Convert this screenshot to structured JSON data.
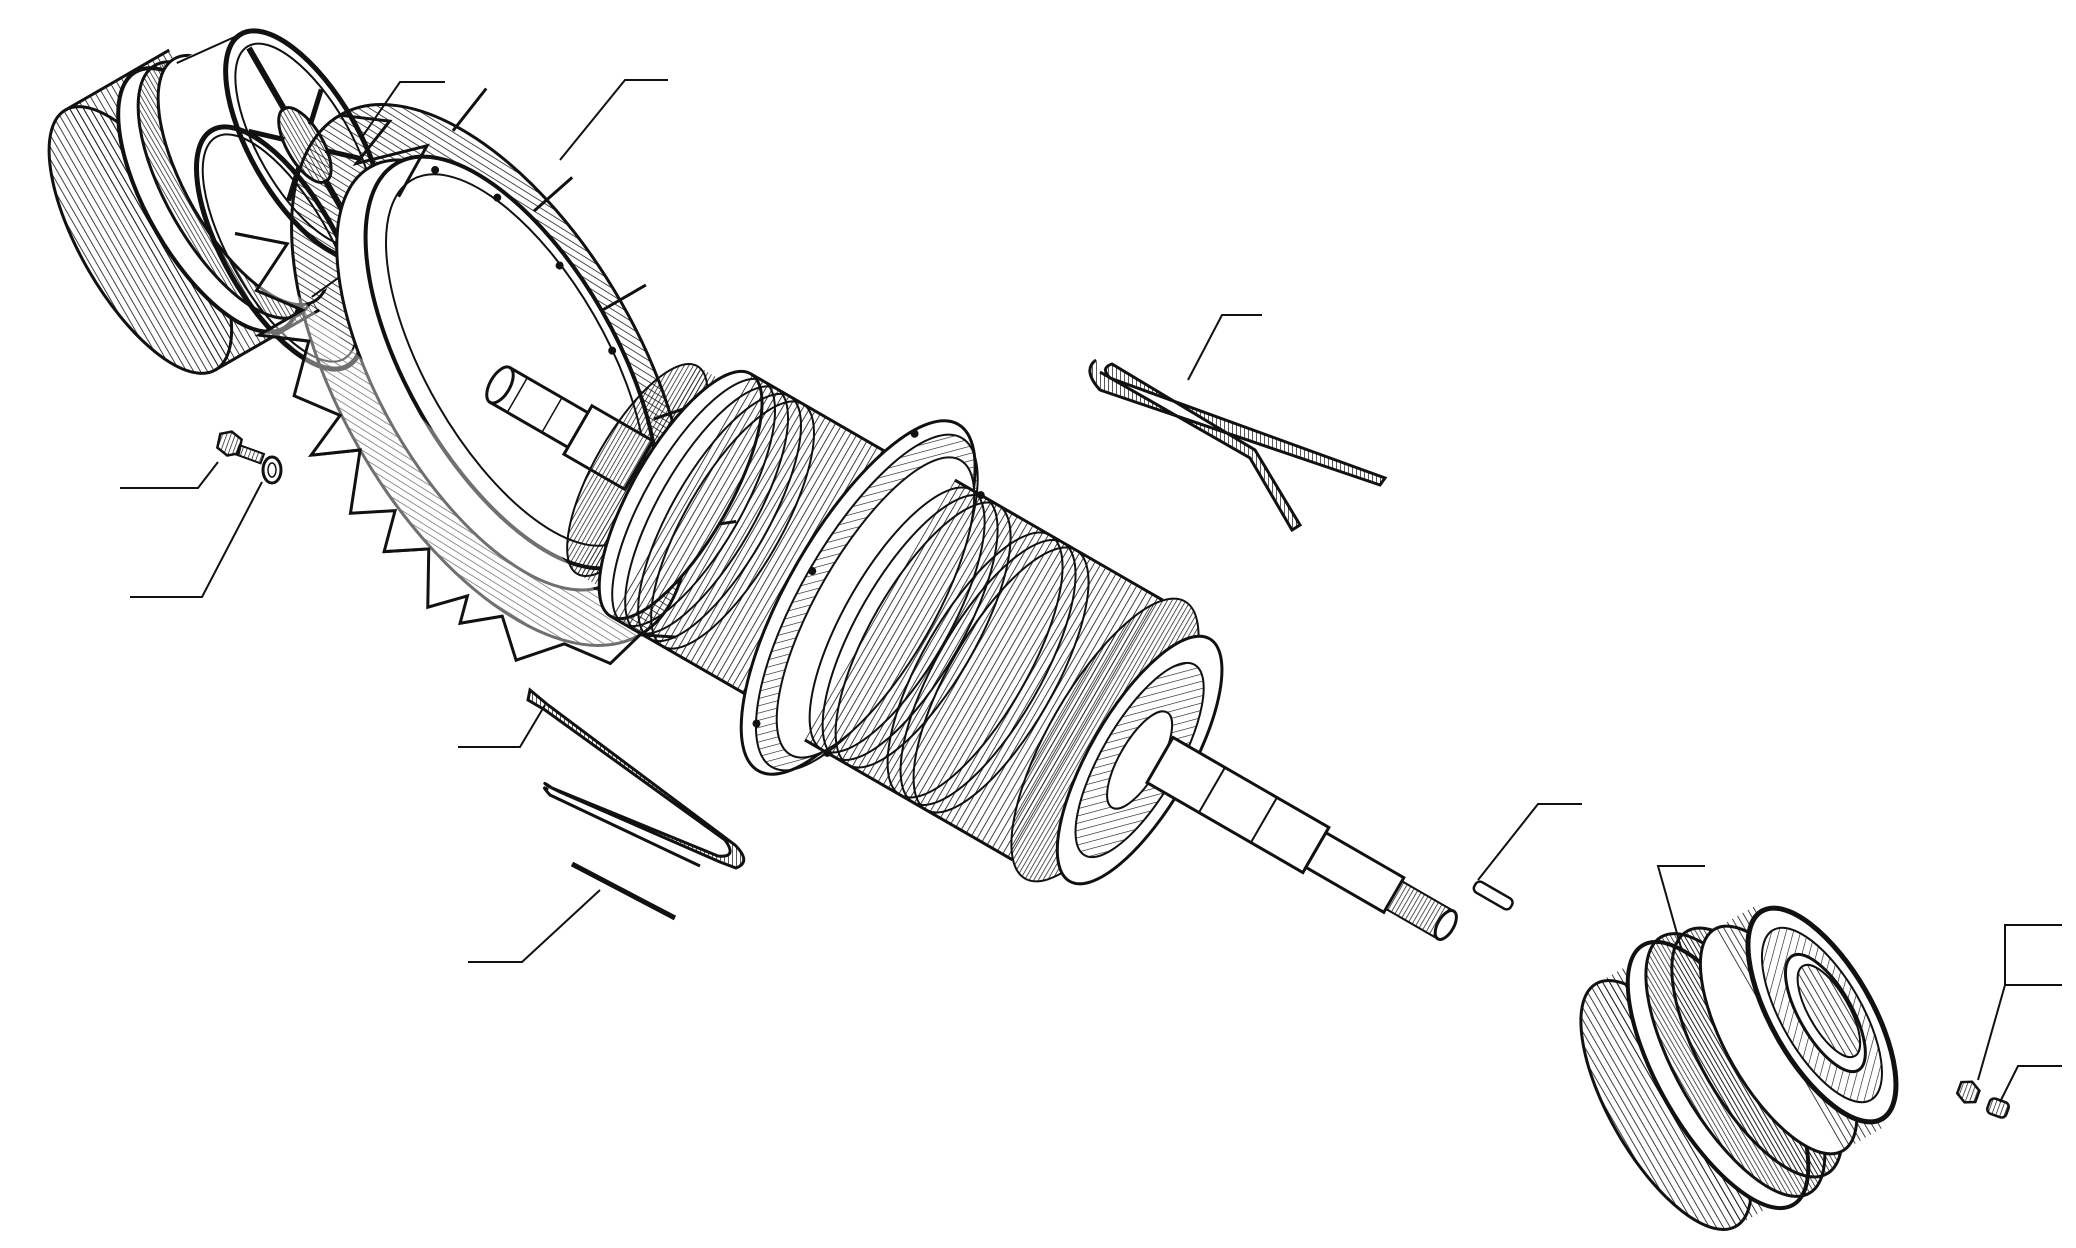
{
  "diagram": {
    "kind": "exploded-view",
    "ink_color": "#111111",
    "paper_color": "#ffffff",
    "parts": [
      {
        "id": "rear-bearing-cap",
        "icon": "bearing-cap-icon"
      },
      {
        "id": "cap-seal-ring",
        "icon": "ring-icon"
      },
      {
        "id": "cooling-fan",
        "icon": "fan-wheel-icon"
      },
      {
        "id": "cap-screw",
        "icon": "bolt-icon"
      },
      {
        "id": "cap-washer",
        "icon": "washer-icon"
      },
      {
        "id": "armature-rotor",
        "icon": "armature-icon"
      },
      {
        "id": "upper-wedge-strip",
        "icon": "wedge-strip-icon"
      },
      {
        "id": "lower-wedge-strip",
        "icon": "wedge-strip-icon"
      },
      {
        "id": "shim-bar",
        "icon": "bar-icon"
      },
      {
        "id": "shaft-key",
        "icon": "key-icon"
      },
      {
        "id": "front-bearing-cap",
        "icon": "bearing-cap-icon"
      },
      {
        "id": "small-nut",
        "icon": "nut-icon"
      },
      {
        "id": "small-plug",
        "icon": "plug-icon"
      }
    ]
  }
}
